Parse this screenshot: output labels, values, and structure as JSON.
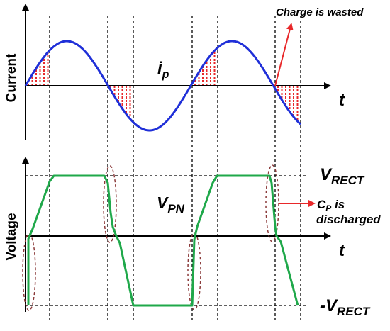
{
  "colors": {
    "current_wave": "#1f2fd8",
    "voltage_wave": "#1fa84a",
    "hatch": "#e8282a",
    "arrow": "#e8282a",
    "ellipse": "#8b3a3a",
    "axis": "#000000"
  },
  "top_plot": {
    "ylabel": "Current",
    "xlabel": "t",
    "trace_label_main": "i",
    "trace_label_sub": "p",
    "annotation": "Charge is wasted"
  },
  "bottom_plot": {
    "ylabel": "Voltage",
    "xlabel": "t",
    "trace_label_main": "V",
    "trace_label_sub": "PN",
    "level_high_main": "V",
    "level_high_sub": "RECT",
    "level_low_main": "-V",
    "level_low_sub": "RECT",
    "annotation_cp_main": "C",
    "annotation_cp_sub": "P",
    "annotation_cp_rest": " is",
    "annotation_line2": "discharged"
  }
}
